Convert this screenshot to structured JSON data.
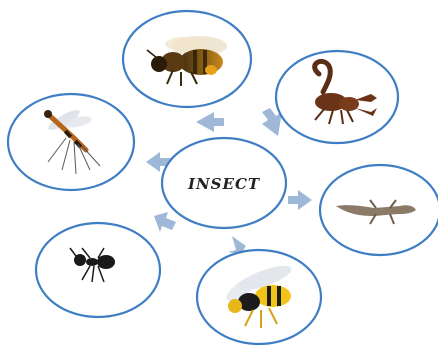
{
  "diagram": {
    "center": {
      "label": "INSECT"
    },
    "nodes": [
      {
        "id": "bee",
        "icon": "honeybee-icon"
      },
      {
        "id": "scorpion",
        "icon": "scorpion-icon"
      },
      {
        "id": "lizard",
        "icon": "lizard-icon"
      },
      {
        "id": "wasp",
        "icon": "wasp-icon"
      },
      {
        "id": "ant",
        "icon": "ant-icon"
      },
      {
        "id": "mosquito",
        "icon": "mosquito-icon"
      }
    ],
    "colors": {
      "ellipse_stroke": "#3f7ec4",
      "ellipse_fill": "#ffffff",
      "arrow": "#9fb8d8"
    }
  }
}
